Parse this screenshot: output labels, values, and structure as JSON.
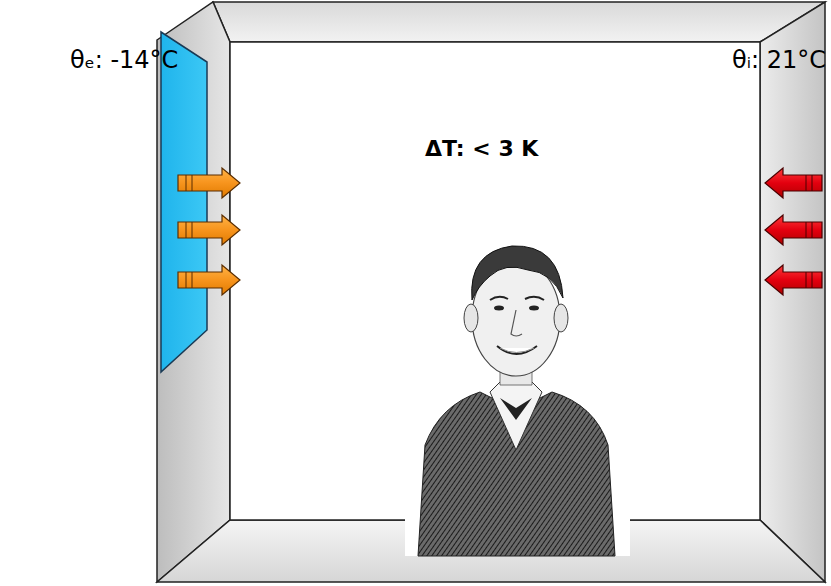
{
  "diagram": {
    "labels": [
      "θₑ: -14°C",
      "θᵢ: 21°C",
      "ΔT: < 3 K"
    ]
  }
}
